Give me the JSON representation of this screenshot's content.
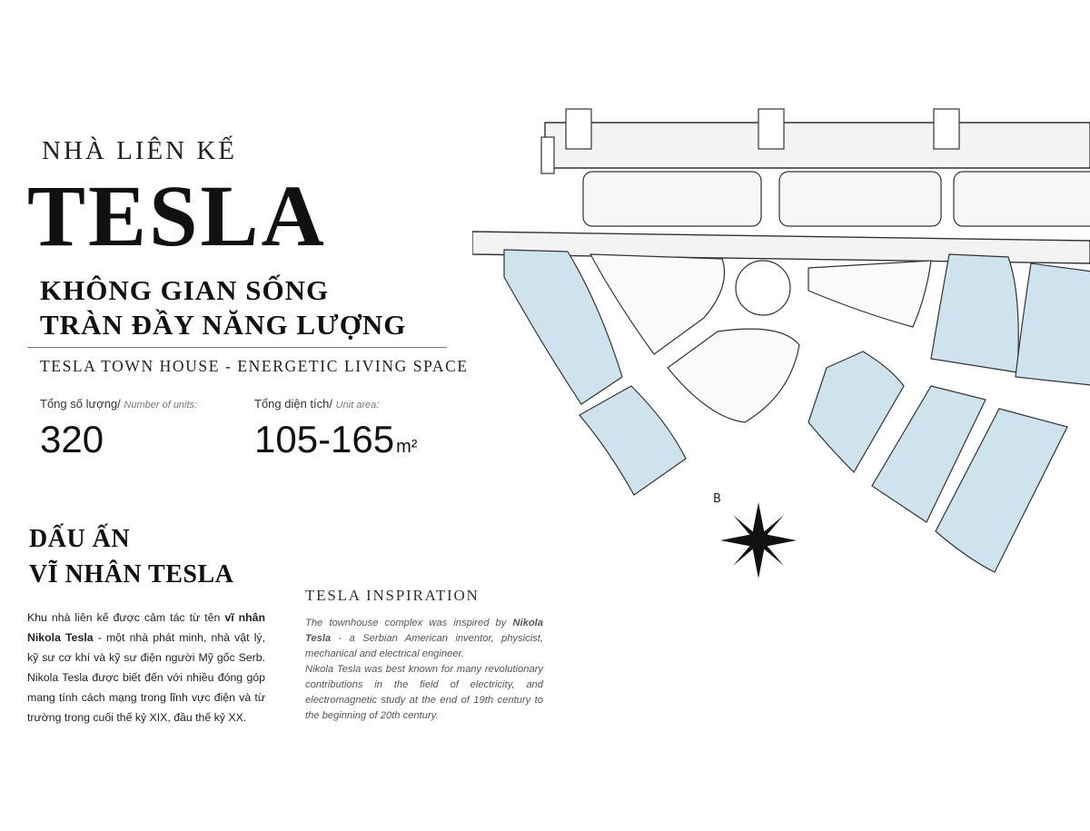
{
  "kicker": "NHÀ LIÊN KẾ",
  "title": "TESLA",
  "slogan": [
    "KHÔNG GIAN SỐNG",
    "TRÀN ĐẦY NĂNG LƯỢNG"
  ],
  "subtitle": "TESLA TOWN HOUSE - ENERGETIC LIVING SPACE",
  "stats": {
    "units": {
      "label_vi": "Tổng số lượng/",
      "label_en": "Number of units:",
      "value": "320"
    },
    "area": {
      "label_vi": "Tổng diện tích/",
      "label_en": "Unit area:",
      "value": "105-165",
      "unit": "m²"
    }
  },
  "heading": [
    "DẤU ẤN",
    "VĨ NHÂN TESLA"
  ],
  "vn_text": {
    "part1": "Khu nhà liên kế được cảm tác từ tên ",
    "bold": "vĩ nhân Nikola Tesla",
    "part2": " - một nhà phát minh, nhà vật lý, kỹ sư cơ khí và kỹ sư điện người Mỹ gốc Serb. Nikola Tesla được biết đến với nhiều đóng góp mang tính cách mạng trong lĩnh vực điện và từ trường trong cuối thế kỷ XIX, đầu thế kỷ XX."
  },
  "inspiration": {
    "title": "TESLA INSPIRATION",
    "p1a": "The townhouse complex was inspired by ",
    "p1b": "Nikola Tesla",
    "p1c": " - a Serbian American inventor, physicist, mechanical and electrical engineer.",
    "p2": "Nikola Tesla was best known for many revolutionary contributions in the field of electricity, and electromagnetic study at the end of 19th century to the beginning of 20th century."
  },
  "map": {
    "compass_label": "B",
    "lot_color": "#cfe3ef",
    "road_color": "#f1f1f1",
    "line_color": "#333333"
  }
}
